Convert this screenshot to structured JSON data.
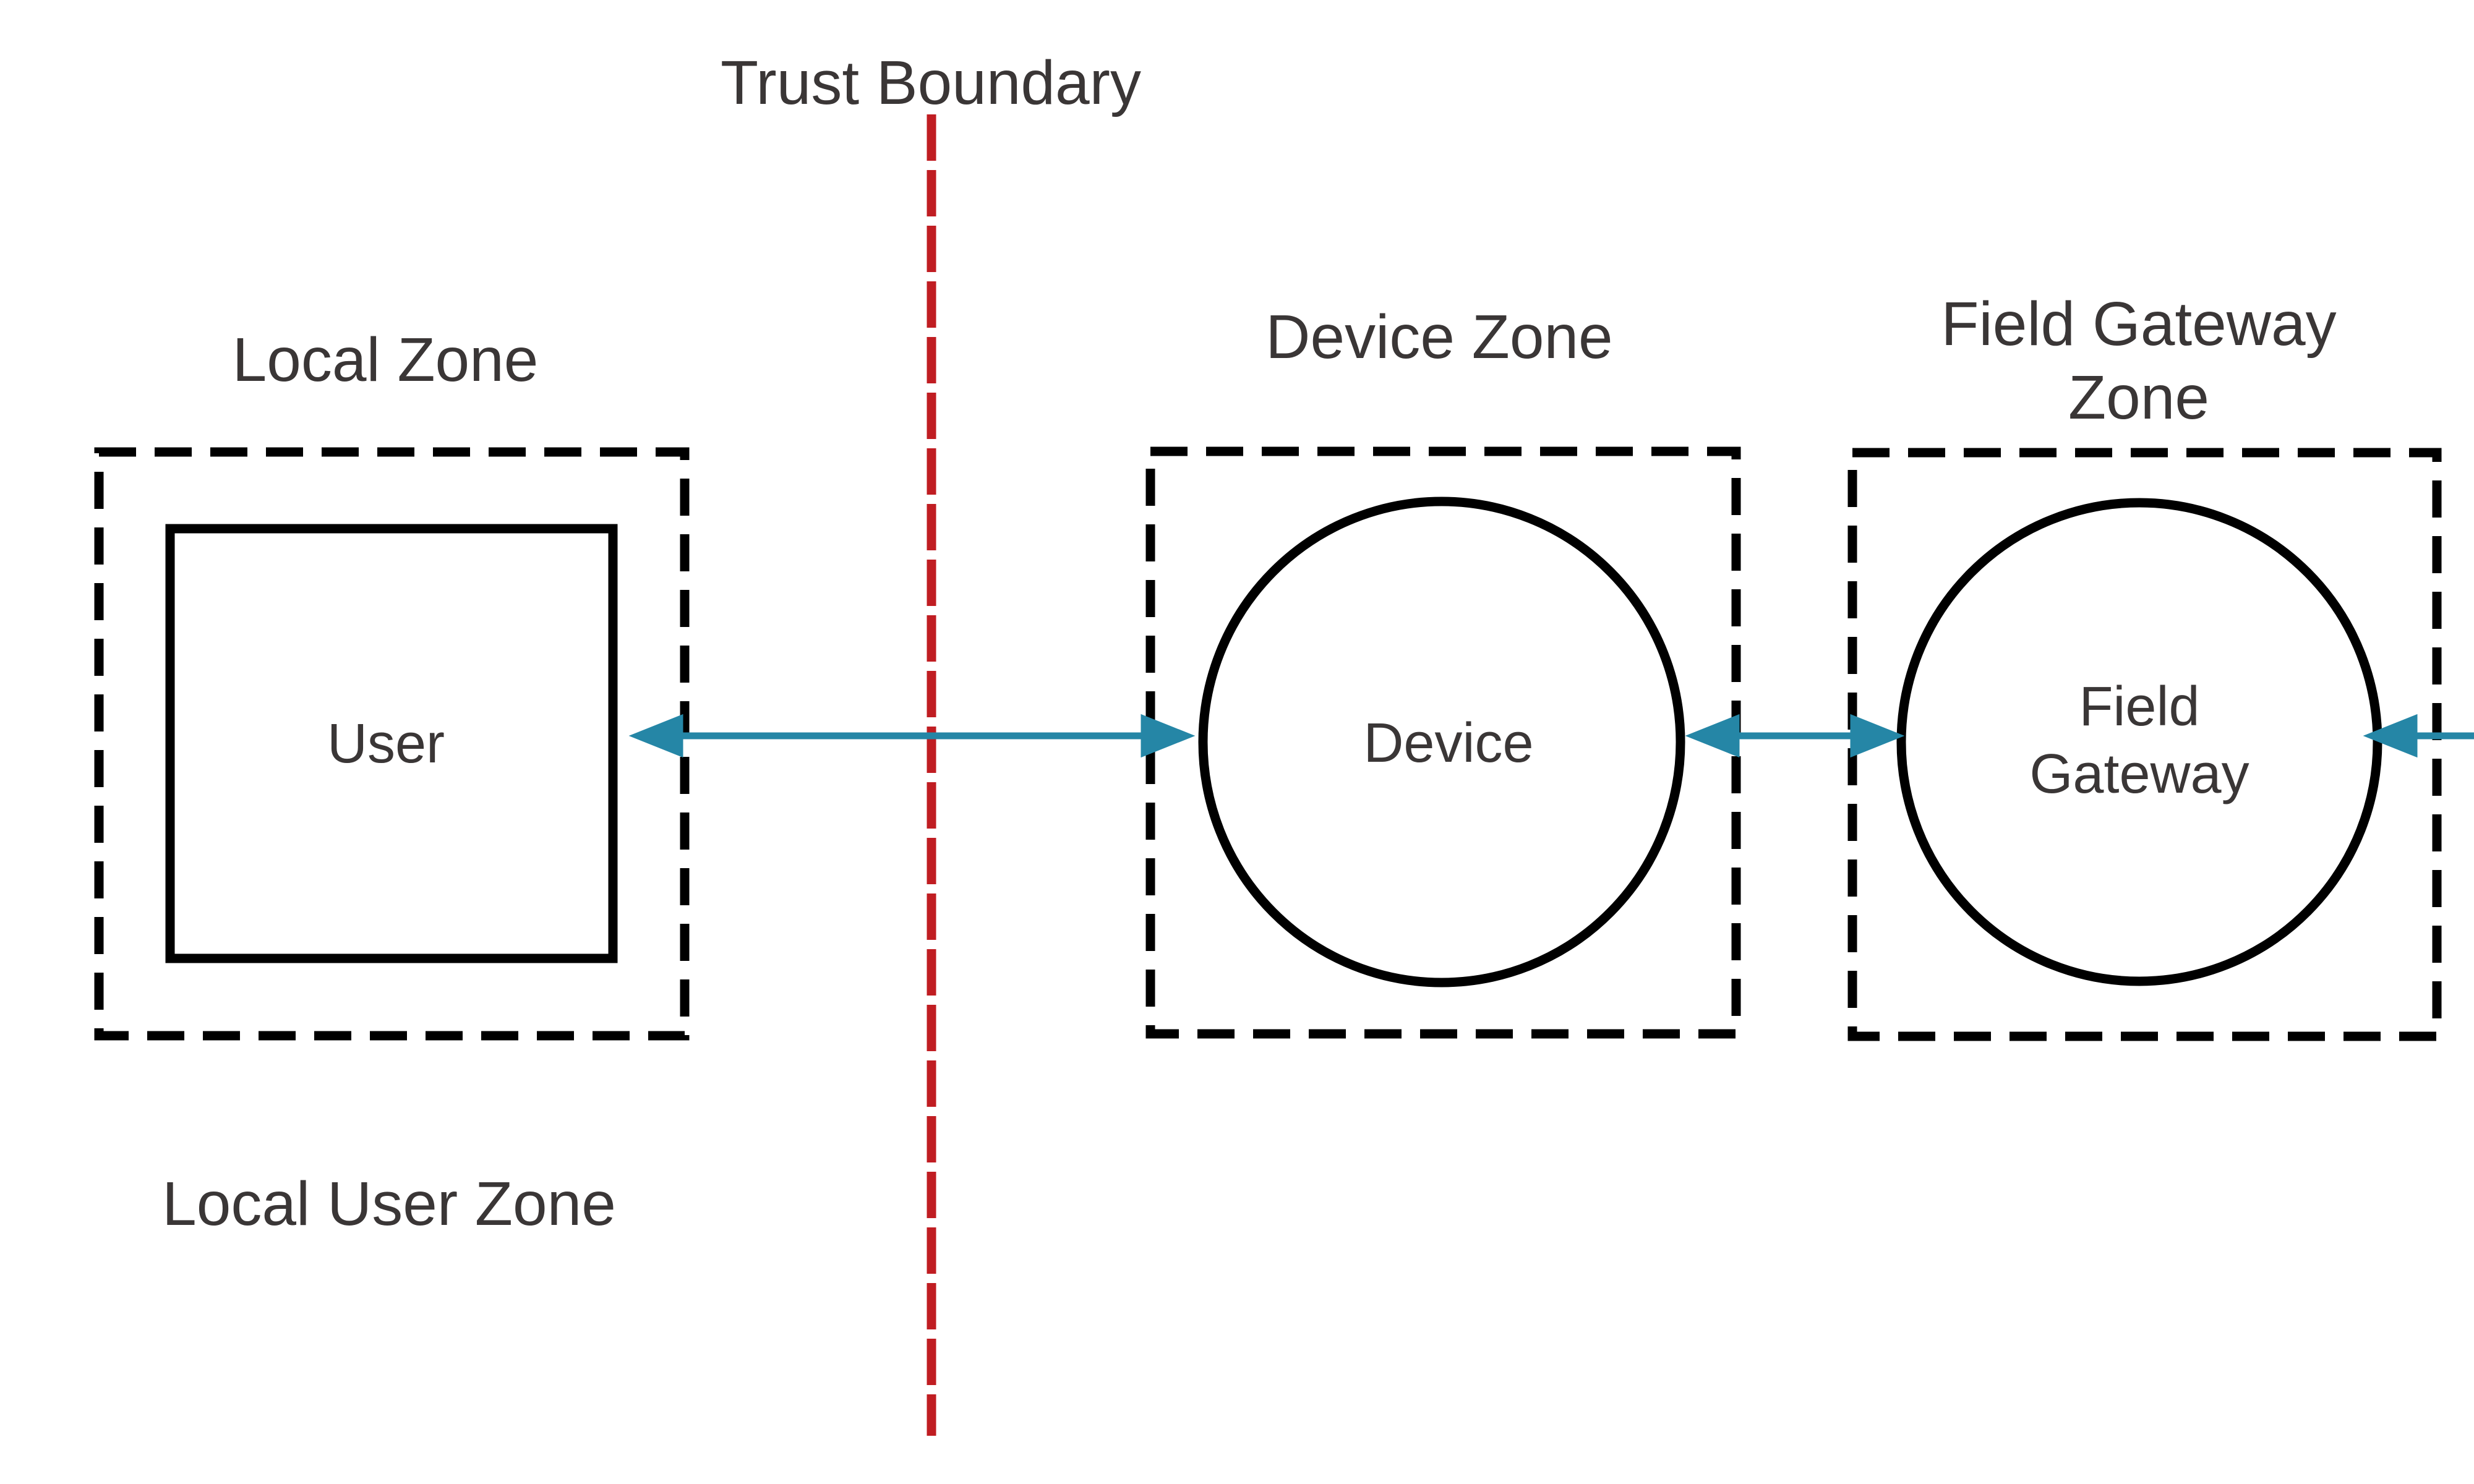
{
  "diagram": {
    "trust_boundary": {
      "label": "Trust Boundary",
      "color": "#C01D22"
    },
    "zones": [
      {
        "id": "local",
        "title": "Local Zone",
        "node": {
          "shape": "rectangle",
          "label": "User"
        }
      },
      {
        "id": "device",
        "title": "Device Zone",
        "node": {
          "shape": "circle",
          "label": "Device"
        }
      },
      {
        "id": "field-gateway",
        "title_lines": [
          "Field Gateway",
          "Zone"
        ],
        "node": {
          "shape": "circle",
          "label_lines": [
            "Field",
            "Gateway"
          ]
        }
      }
    ],
    "region_label": "Local User Zone",
    "flows": [
      {
        "from": "User",
        "to": "Device",
        "direction": "bidirectional"
      },
      {
        "from": "Device",
        "to": "Field Gateway",
        "direction": "bidirectional"
      },
      {
        "from": "offscreen-right",
        "to": "Field Gateway",
        "direction": "inbound"
      }
    ],
    "colors": {
      "text": "#3A3636",
      "flow_arrow": "#2586A6",
      "outline": "#000000"
    }
  }
}
